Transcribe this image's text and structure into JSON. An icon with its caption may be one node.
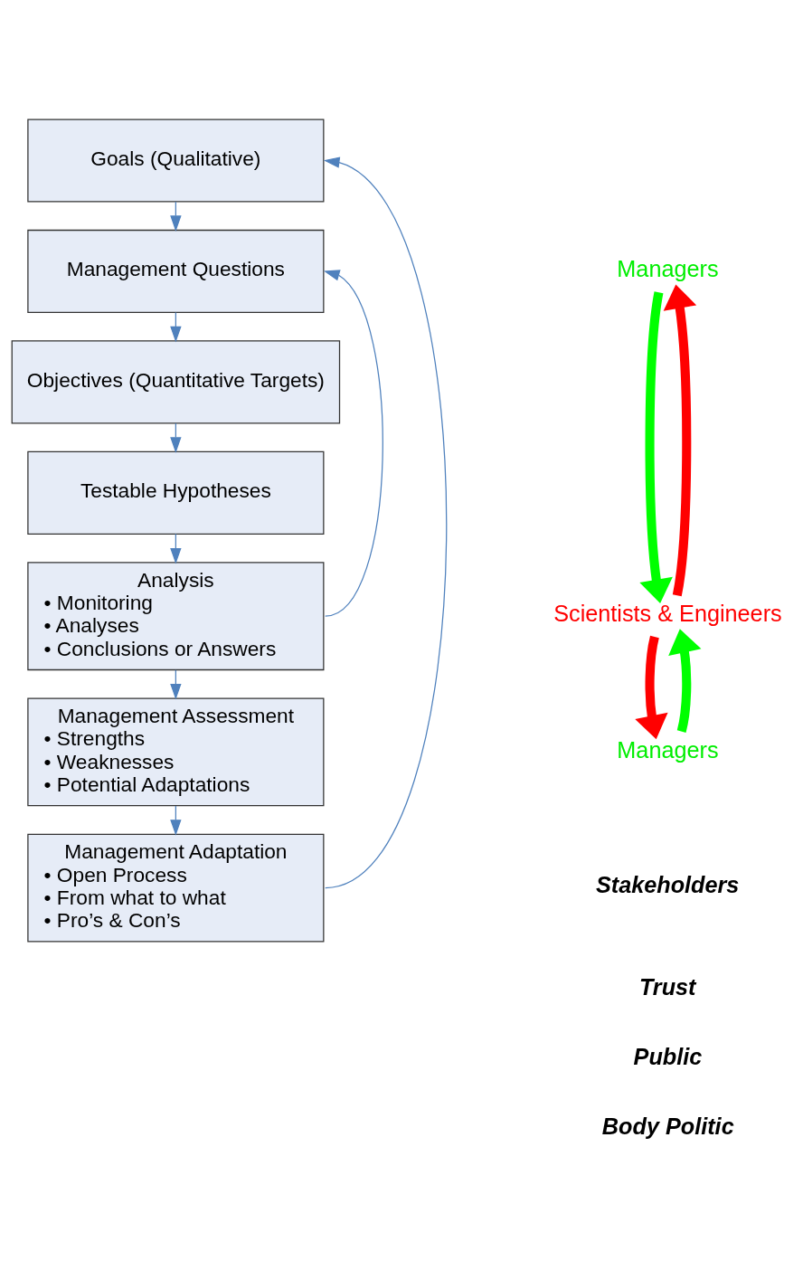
{
  "diagram": {
    "nodes": [
      {
        "text": [
          "Goals (Qualitative)"
        ]
      },
      {
        "text": [
          "Management Questions"
        ]
      },
      {
        "text": [
          "Objectives (Quantitative Targets)"
        ]
      },
      {
        "text": [
          "Testable Hypotheses"
        ]
      },
      {
        "text": [
          "Analysis",
          "• Monitoring",
          "• Analyses",
          "• Conclusions or Answers"
        ]
      },
      {
        "text": [
          "Management Assessment",
          "• Strengths",
          "• Weaknesses",
          "• Potential Adaptations"
        ]
      },
      {
        "text": [
          "Management Adaptation",
          "• Open Process",
          "• From what to what",
          "• Pro’s & Con’s"
        ]
      },
      {
        "text": [
          "Managers"
        ]
      },
      {
        "text": [
          "Scientists & Engineers"
        ]
      },
      {
        "text": [
          "Managers"
        ]
      }
    ],
    "edges": [
      {
        "from": 0,
        "to": 1,
        "arrow": "to"
      },
      {
        "from": 1,
        "to": 2,
        "arrow": "to"
      },
      {
        "from": 2,
        "to": 3,
        "arrow": "to"
      },
      {
        "from": 3,
        "to": 4,
        "arrow": "to"
      },
      {
        "from": 4,
        "to": 5,
        "arrow": "to"
      },
      {
        "from": 5,
        "to": 6,
        "arrow": "to"
      },
      {
        "from": 4,
        "to": 1,
        "arrow": "to"
      },
      {
        "from": 6,
        "to": 0,
        "arrow": "to"
      },
      {
        "from": 7,
        "to": 8,
        "arrow": "to",
        "style": "thick",
        "color": "#00ff00"
      },
      {
        "from": 8,
        "to": 7,
        "arrow": "to",
        "style": "thick",
        "color": "#ff0000"
      },
      {
        "from": 9,
        "to": 8,
        "arrow": "to",
        "style": "thick",
        "color": "#00ff00"
      },
      {
        "from": 8,
        "to": 9,
        "arrow": "to",
        "style": "thick",
        "color": "#ff0000"
      }
    ],
    "labels": [
      "Stakeholders",
      "Trust",
      "Public",
      "Body Politic"
    ]
  }
}
